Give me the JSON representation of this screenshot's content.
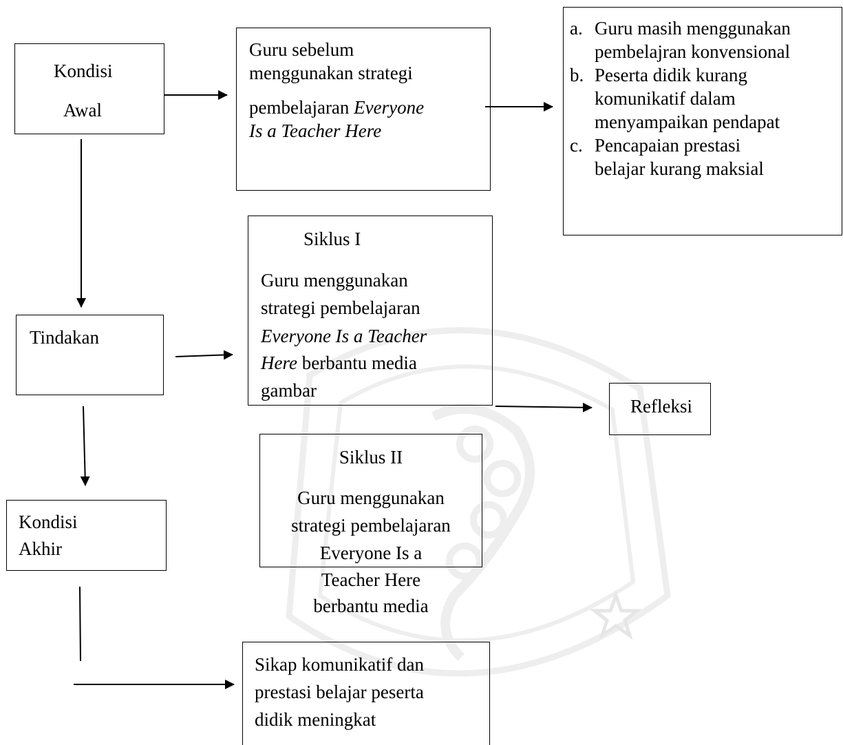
{
  "kondisi_awal": {
    "line1": "Kondisi",
    "line2": "Awal"
  },
  "sebelum": {
    "line1": "Guru sebelum",
    "line2": "menggunakan strategi",
    "line3_plain": "pembelajaran ",
    "line3_italic": "Everyone",
    "line4_italic": "Is a Teacher Here"
  },
  "masalah": {
    "items": [
      {
        "marker": "a.",
        "lines": [
          "Guru masih menggunakan",
          "pembelajran konvensional"
        ]
      },
      {
        "marker": "b.",
        "lines": [
          "Peserta didik kurang",
          "komunikatif dalam",
          "menyampaikan pendapat"
        ]
      },
      {
        "marker": "c.",
        "lines": [
          "Pencapaian prestasi",
          "belajar kurang maksial"
        ]
      }
    ]
  },
  "siklus1": {
    "title": "Siklus I",
    "line1": "Guru menggunakan",
    "line2": "strategi pembelajaran",
    "line3_italic": "Everyone Is a Teacher",
    "line4_italic": "Here",
    "line4_plain": " berbantu media",
    "line5": "gambar"
  },
  "tindakan": {
    "label": "Tindakan"
  },
  "refleksi": {
    "label": "Refleksi"
  },
  "siklus2": {
    "title": "Siklus II",
    "lines": [
      "Guru menggunakan",
      "strategi pembelajaran",
      "Everyone Is a",
      "Teacher Here",
      "berbantu media"
    ]
  },
  "kondisi_akhir": {
    "line1": "Kondisi",
    "line2": "Akhir"
  },
  "hasil": {
    "lines": [
      "Sikap komunikatif dan",
      "prestasi belajar peserta",
      "didik meningkat"
    ]
  }
}
